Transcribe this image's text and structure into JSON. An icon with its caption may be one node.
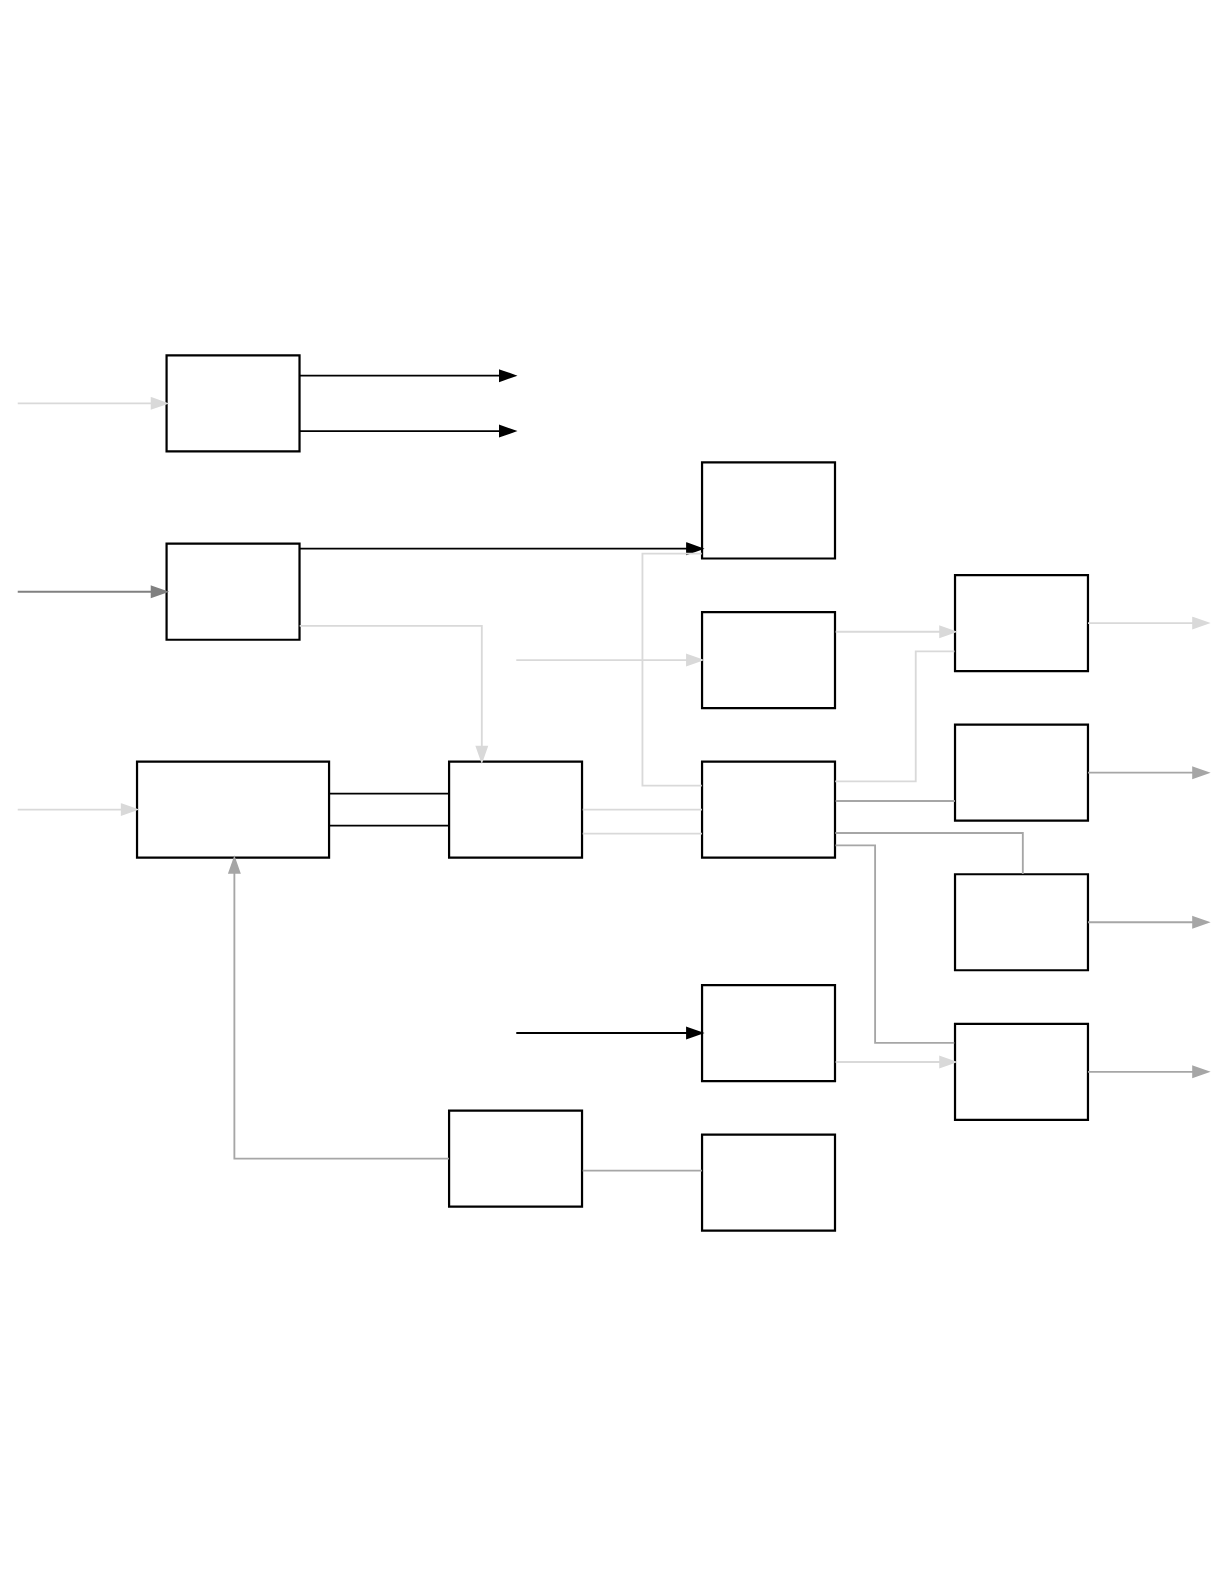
{
  "diagram": {
    "nodes": [
      {
        "text": [],
        "shape": "box"
      },
      {
        "text": [],
        "shape": "box"
      },
      {
        "text": [],
        "shape": "box"
      },
      {
        "text": [],
        "shape": "box"
      },
      {
        "text": [],
        "shape": "box"
      },
      {
        "text": [],
        "shape": "box"
      },
      {
        "text": [],
        "shape": "box"
      },
      {
        "text": [],
        "shape": "box"
      },
      {
        "text": [],
        "shape": "box"
      },
      {
        "text": [],
        "shape": "box"
      },
      {
        "text": [],
        "shape": "box"
      },
      {
        "text": [],
        "shape": "box"
      },
      {
        "text": [],
        "shape": "box"
      },
      {
        "text": [],
        "shape": "box"
      }
    ],
    "edges": [
      {
        "from": 0,
        "to": null,
        "arrow": "to",
        "color": "#000000"
      },
      {
        "from": 0,
        "to": null,
        "arrow": "to",
        "color": "#000000"
      },
      {
        "from": null,
        "to": 0,
        "arrow": "to",
        "color": "#d9d9d9"
      },
      {
        "from": null,
        "to": 1,
        "arrow": "to",
        "color": "#808080"
      },
      {
        "from": 1,
        "to": 3,
        "arrow": "to",
        "color": "#000000"
      },
      {
        "from": 1,
        "to": 4,
        "arrow": "to",
        "color": "#d9d9d9"
      },
      {
        "from": null,
        "to": 2,
        "arrow": "to",
        "color": "#d9d9d9"
      },
      {
        "from": 2,
        "to": 4,
        "arrow": "none",
        "color": "#000000"
      },
      {
        "from": 2,
        "to": 4,
        "arrow": "none",
        "color": "#000000"
      },
      {
        "from": 4,
        "to": 5,
        "arrow": "none",
        "color": "#d9d9d9"
      },
      {
        "from": 4,
        "to": 5,
        "arrow": "none",
        "color": "#d9d9d9"
      },
      {
        "from": 3,
        "to": 5,
        "arrow": "none",
        "color": "#d9d9d9"
      },
      {
        "from": 5,
        "to": 9,
        "arrow": "none",
        "color": "#d9d9d9"
      },
      {
        "from": 5,
        "to": 10,
        "arrow": "none",
        "color": "#a6a6a6"
      },
      {
        "from": 5,
        "to": 11,
        "arrow": "none",
        "color": "#a6a6a6"
      },
      {
        "from": 5,
        "to": 12,
        "arrow": "none",
        "color": "#a6a6a6"
      },
      {
        "from": 6,
        "to": 2,
        "arrow": "to",
        "color": "#a6a6a6"
      },
      {
        "from": 6,
        "to": 7,
        "arrow": "none",
        "color": "#a6a6a6"
      },
      {
        "from": null,
        "to": 8,
        "arrow": "to",
        "color": "#d9d9d9"
      },
      {
        "from": 8,
        "to": 9,
        "arrow": "to",
        "color": "#d9d9d9"
      },
      {
        "from": 9,
        "to": null,
        "arrow": "to",
        "color": "#d9d9d9"
      },
      {
        "from": 10,
        "to": null,
        "arrow": "to",
        "color": "#a6a6a6"
      },
      {
        "from": 11,
        "to": null,
        "arrow": "to",
        "color": "#a6a6a6"
      },
      {
        "from": 12,
        "to": null,
        "arrow": "to",
        "color": "#a6a6a6"
      },
      {
        "from": 13,
        "to": 12,
        "arrow": "to",
        "color": "#d9d9d9"
      },
      {
        "from": null,
        "to": 13,
        "arrow": "to",
        "color": "#000000"
      }
    ]
  }
}
